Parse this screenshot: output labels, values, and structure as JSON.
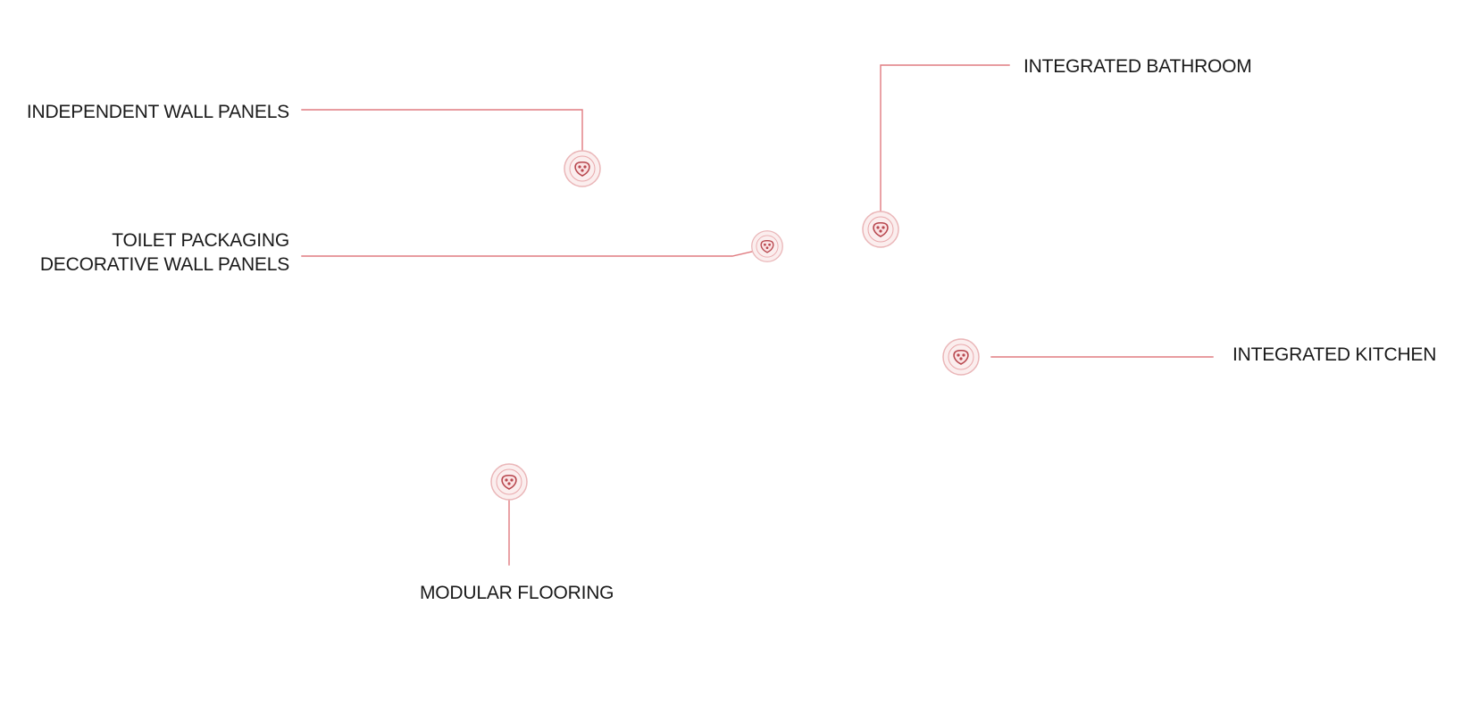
{
  "colors": {
    "accent": "#e07b80",
    "accent_dark": "#b8484f",
    "ring": "#eab6b8",
    "text": "#1a1a1a",
    "background": "#ffffff"
  },
  "hotspot_icon": "pin-dot-icon",
  "callouts": [
    {
      "id": "independent-wall-panels",
      "lines": [
        "INDEPENDENT WALL PANELS"
      ]
    },
    {
      "id": "integrated-bathroom",
      "lines": [
        "INTEGRATED BATHROOM"
      ]
    },
    {
      "id": "toilet-packaging-decorative-wall-panels",
      "lines": [
        "TOILET PACKAGING",
        "DECORATIVE WALL PANELS"
      ]
    },
    {
      "id": "integrated-kitchen",
      "lines": [
        "INTEGRATED KITCHEN"
      ]
    },
    {
      "id": "modular-flooring",
      "lines": [
        "MODULAR FLOORING"
      ]
    }
  ]
}
